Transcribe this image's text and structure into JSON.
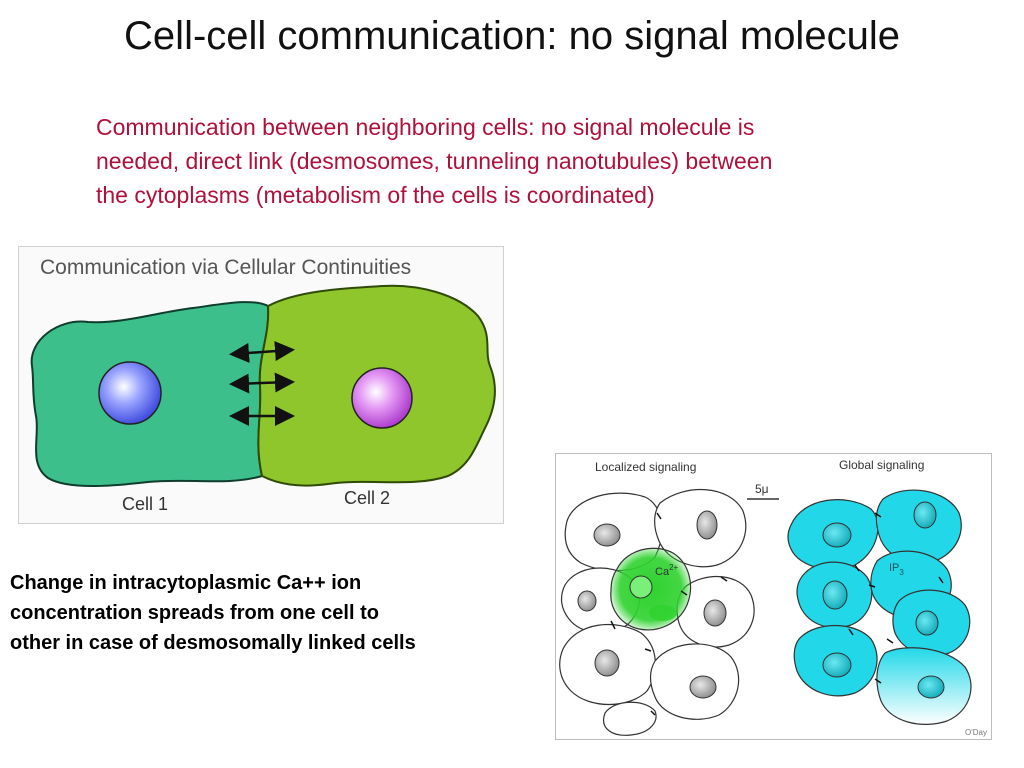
{
  "slide": {
    "title": "Cell-cell communication: no signal molecule",
    "intro_lines": [
      "Communication between neighboring cells: no signal molecule is",
      "needed, direct link (desmosomes, tunneling nanotubules) between",
      "the cytoplasms (metabolism of the cells is coordinated)"
    ],
    "caption_lines": [
      "Change in intracytoplasmic Ca++ ion",
      "concentration spreads from one cell to",
      "other in case of desmosomally linked cells"
    ]
  },
  "figure1": {
    "heading": "Communication via Cellular Continuities",
    "cell1_label": "Cell 1",
    "cell2_label": "Cell 2",
    "colors": {
      "cell1": "#3dbf8c",
      "cell2": "#8fc62b",
      "nucleus1": "#6b78f0",
      "nucleus2": "#c860e0"
    }
  },
  "figure2": {
    "left_heading": "Localized signaling",
    "right_heading": "Global signaling",
    "scale_label": "5μ",
    "ca_label": "Ca",
    "ca_sup": "2+",
    "ip_label": "IP",
    "ip_sub": "3",
    "credit": "O'Day",
    "colors": {
      "green": "#2fd22f",
      "cyan": "#22d8e8",
      "nucleus_gray": "#a8a8a8"
    }
  }
}
